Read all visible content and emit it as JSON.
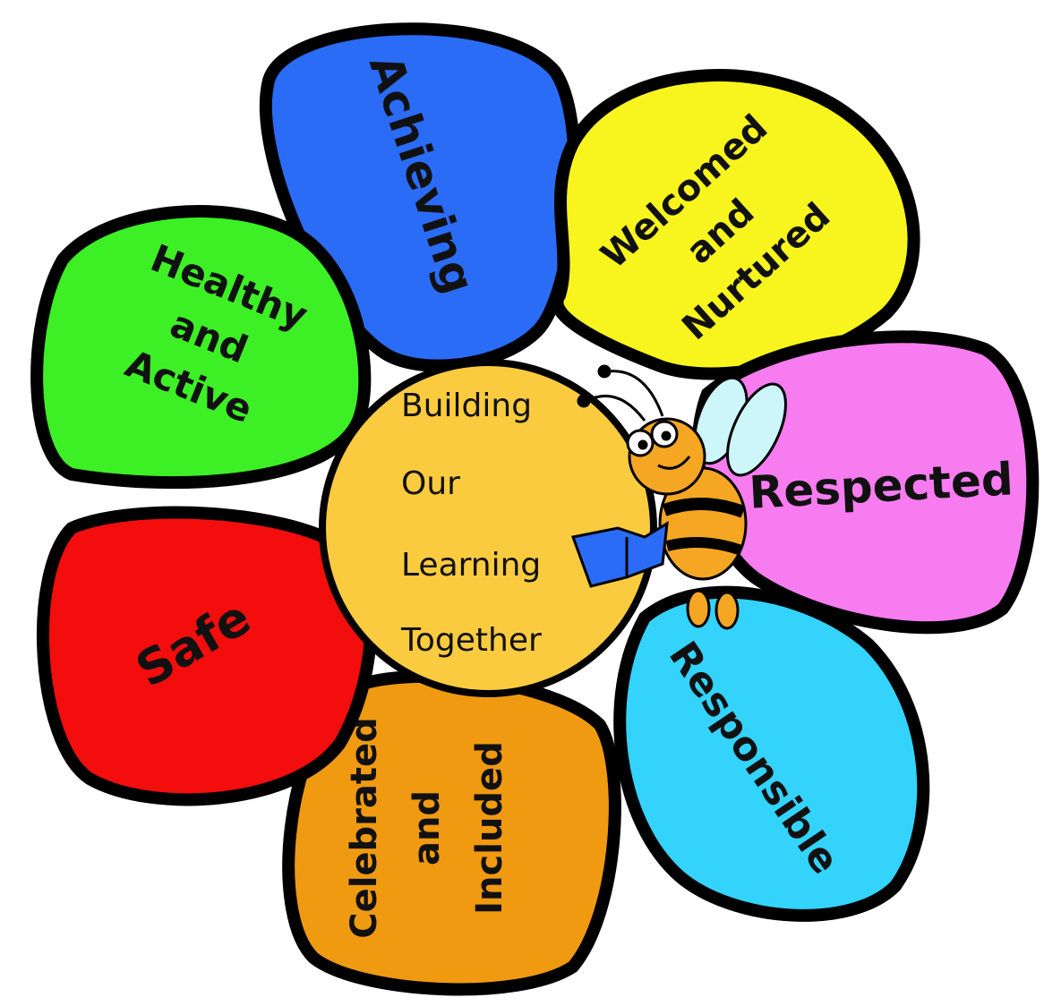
{
  "center": {
    "lines": [
      "Building",
      "Our",
      "Learning",
      "Together"
    ],
    "color": "#fbcb3f"
  },
  "petals": [
    {
      "lines": [
        "Achieving"
      ],
      "color": "#2a6cf6"
    },
    {
      "lines": [
        "Welcomed",
        "and",
        "Nurtured"
      ],
      "color": "#f8f51e"
    },
    {
      "lines": [
        "Respected"
      ],
      "color": "#f77cf0"
    },
    {
      "lines": [
        "Responsible"
      ],
      "color": "#33d3fc"
    },
    {
      "lines": [
        "Celebrated",
        "and",
        "Included"
      ],
      "color": "#f09a12"
    },
    {
      "lines": [
        "Safe"
      ],
      "color": "#f30d0d"
    },
    {
      "lines": [
        "Healthy",
        "and",
        "Active"
      ],
      "color": "#3cf025"
    }
  ],
  "mascot": "bee-reading-book-icon"
}
